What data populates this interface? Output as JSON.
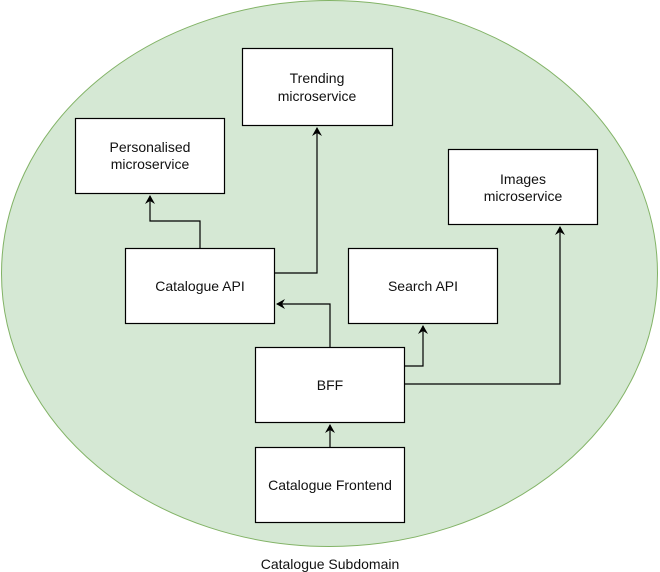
{
  "diagram": {
    "container": {
      "label": "Catalogue Subdomain",
      "fill": "#d5e8d4",
      "stroke": "#82b366"
    },
    "node_style": {
      "fill": "#ffffff",
      "stroke": "#000000"
    },
    "nodes": [
      {
        "id": "trending",
        "lines": [
          "Trending",
          "microservice"
        ]
      },
      {
        "id": "personalised",
        "lines": [
          "Personalised",
          "microservice"
        ]
      },
      {
        "id": "images",
        "lines": [
          "Images",
          "microservice"
        ]
      },
      {
        "id": "catalogue-api",
        "lines": [
          "Catalogue API"
        ]
      },
      {
        "id": "search-api",
        "lines": [
          "Search API"
        ]
      },
      {
        "id": "bff",
        "lines": [
          "BFF"
        ]
      },
      {
        "id": "catalogue-frontend",
        "lines": [
          "Catalogue Frontend"
        ]
      }
    ],
    "edges": [
      {
        "from": "catalogue-api",
        "to": "personalised"
      },
      {
        "from": "catalogue-api",
        "to": "trending"
      },
      {
        "from": "bff",
        "to": "catalogue-api"
      },
      {
        "from": "bff",
        "to": "search-api"
      },
      {
        "from": "bff",
        "to": "images"
      },
      {
        "from": "catalogue-frontend",
        "to": "bff"
      }
    ]
  }
}
